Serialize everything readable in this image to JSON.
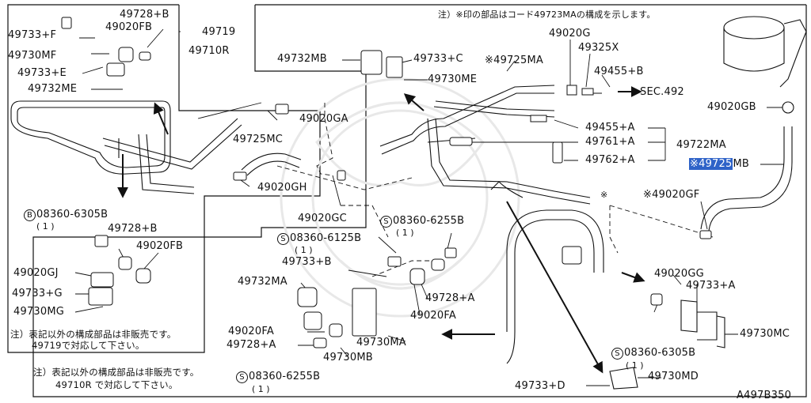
{
  "diagram": {
    "code": "A497B350",
    "highlight_color": "#2f63c8",
    "note_top": "注）※印の部品はコード49723MAの構成を示します。",
    "note_left_lines": [
      "注）表記以外の構成部品は非販売です。",
      "49719で対応して下さい。"
    ],
    "note_bottom_lines": [
      "注）表記以外の構成部品は非販売です。",
      "49710R で対応して下さい。"
    ],
    "parts": {
      "p49733F": "49733+F",
      "p49728B_top": "49728+B",
      "p49020FB_top": "49020FB",
      "p49719": "49719",
      "p49710R": "49710R",
      "p49730MF": "49730MF",
      "p49733E": "49733+E",
      "p49732ME": "49732ME",
      "p49732MB": "49732MB",
      "p49733C": "49733+C",
      "p49730ME": "49730ME",
      "p49725MA": "※49725MA",
      "p49020G": "49020G",
      "p49325X": "49325X",
      "p49455B": "49455+B",
      "secRef": "SEC.492",
      "p49020GB": "49020GB",
      "p49020GA": "49020GA",
      "p49725MC": "49725MC",
      "p49020GH": "49020GH",
      "p49455A": "49455+A",
      "p49761A": "49761+A",
      "p49722MA": "49722MA",
      "p49762A": "49762+A",
      "p49725MB_hl": "※49725",
      "p49725MB_tail": "MB",
      "p49020GF": "※49020GF",
      "asterisk": "※",
      "p49020GC": "49020GC",
      "bolt_6305B_left": "08360-6305B",
      "p49728B_left": "49728+B",
      "p49020FB_left": "49020FB",
      "p49020GJ": "49020GJ",
      "p49733G": "49733+G",
      "p49730MG": "49730MG",
      "bolt_6255B_top": "08360-6255B",
      "bolt_6125B": "08360-6125B",
      "p49733B": "49733+B",
      "p49732MA": "49732MA",
      "p49728A_mid": "49728+A",
      "p49020FA_mid": "49020FA",
      "p49020FA_left": "49020FA",
      "p49728A_left": "49728+A",
      "p49730MA": "49730MA",
      "p49730MB": "49730MB",
      "bolt_6255B_bottom": "08360-6255B",
      "p49020GG": "49020GG",
      "p49733A": "49733+A",
      "p49730MC": "49730MC",
      "bolt_6305B_right": "08360-6305B",
      "p49733D": "49733+D",
      "p49730MD": "49730MD"
    },
    "qty": "( 1 )",
    "bolt_symbol_b": "B",
    "bolt_symbol_s": "S"
  }
}
